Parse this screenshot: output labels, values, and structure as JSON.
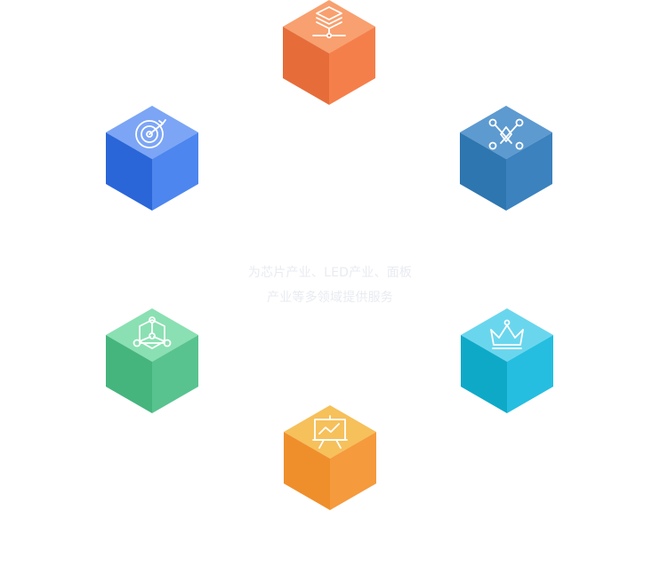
{
  "center": {
    "line1": "为芯片产业、LED产业、面板",
    "line2": "产业等多领域提供服务"
  },
  "cubes": [
    {
      "name": "server-cube",
      "icon": "server-stack-icon",
      "colors": {
        "top": "#f8a06f",
        "left": "#e66d3a",
        "right": "#f57f4a"
      }
    },
    {
      "name": "target-cube",
      "icon": "target-dart-icon",
      "colors": {
        "top": "#7ca5f5",
        "left": "#2a66d8",
        "right": "#4d86ef"
      }
    },
    {
      "name": "network-cube",
      "icon": "network-nodes-icon",
      "colors": {
        "top": "#5d9ad0",
        "left": "#2e76b0",
        "right": "#3b82be"
      }
    },
    {
      "name": "molecule-cube",
      "icon": "molecule-icon",
      "colors": {
        "top": "#8ae0b2",
        "left": "#45b57d",
        "right": "#58c38f"
      }
    },
    {
      "name": "crown-cube",
      "icon": "crown-icon",
      "colors": {
        "top": "#6ad6ee",
        "left": "#0fa9c8",
        "right": "#25bee0"
      }
    },
    {
      "name": "presentation-cube",
      "icon": "presentation-board-icon",
      "colors": {
        "top": "#f6c05b",
        "left": "#ef8f2b",
        "right": "#f59a3d"
      }
    }
  ]
}
